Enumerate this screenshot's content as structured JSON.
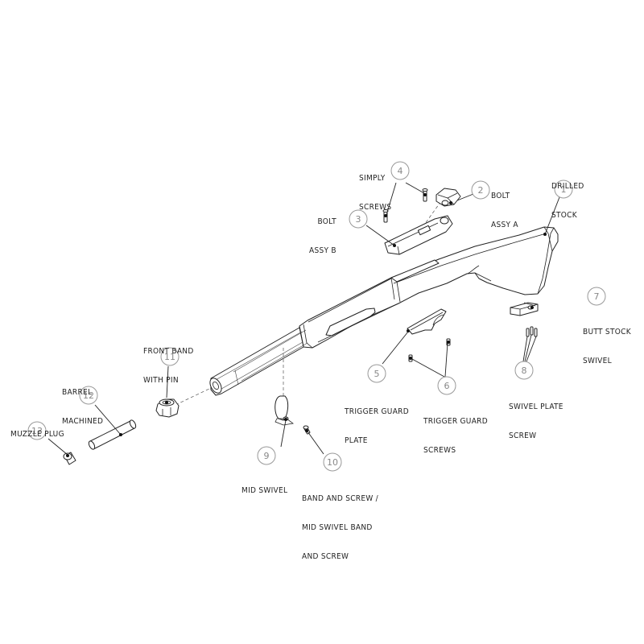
{
  "callouts": [
    {
      "num": "1",
      "lines": [
        "DRILLED",
        "STOCK"
      ]
    },
    {
      "num": "2",
      "lines": [
        "BOLT",
        "ASSY A"
      ]
    },
    {
      "num": "3",
      "lines": [
        "BOLT",
        "ASSY B"
      ]
    },
    {
      "num": "4",
      "lines": [
        "SIMPLY",
        "SCREWS"
      ]
    },
    {
      "num": "5",
      "lines": [
        "TRIGGER GUARD",
        "PLATE"
      ]
    },
    {
      "num": "6",
      "lines": [
        "TRIGGER GUARD",
        "SCREWS"
      ]
    },
    {
      "num": "7",
      "lines": [
        "BUTT STOCK",
        "SWIVEL"
      ]
    },
    {
      "num": "8",
      "lines": [
        "SWIVEL PLATE",
        "SCREW"
      ]
    },
    {
      "num": "9",
      "lines": [
        "MID SWIVEL"
      ]
    },
    {
      "num": "10",
      "lines": [
        "BAND AND SCREW /",
        "MID SWIVEL BAND",
        "AND SCREW"
      ]
    },
    {
      "num": "11",
      "lines": [
        "FRONT BAND",
        "WITH PIN"
      ]
    },
    {
      "num": "12",
      "lines": [
        "BARREL",
        "MACHINED"
      ]
    },
    {
      "num": "13",
      "lines": [
        "MUZZLE PLUG"
      ]
    }
  ]
}
